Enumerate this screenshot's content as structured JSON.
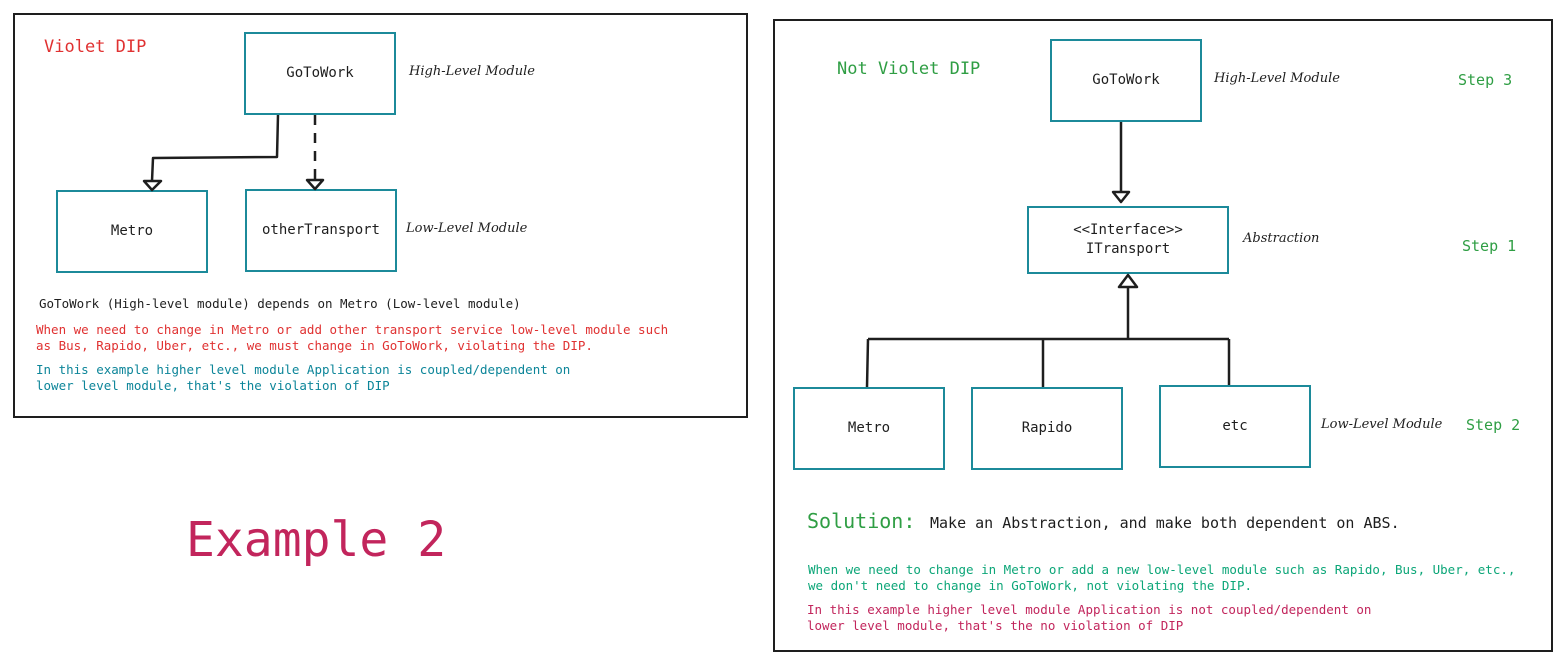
{
  "left": {
    "title": "Violet DIP",
    "high_box": "GoToWork",
    "high_label": "High-Level Module",
    "metro_box": "Metro",
    "other_box": "otherTransport",
    "low_label": "Low-Level Module",
    "dep_text": "GoToWork (High-level module) depends on Metro (Low-level module)",
    "warning_text": "When we need to change in Metro or add other transport service low-level module such\nas Bus, Rapido, Uber, etc., we must change in GoToWork, violating the DIP.",
    "coupling_text": "In this example higher level module Application is coupled/dependent on\nlower level module, that's the violation of DIP"
  },
  "example_label": "Example 2",
  "right": {
    "title": "Not Violet DIP",
    "high_box": "GoToWork",
    "high_label": "High-Level Module",
    "step3": "Step 3",
    "interface_stereotype": "<<Interface>>",
    "interface_name": "ITransport",
    "abstraction_label": "Abstraction",
    "step1": "Step 1",
    "metro_box": "Metro",
    "rapido_box": "Rapido",
    "etc_box": "etc",
    "low_label": "Low-Level Module",
    "step2": "Step 2",
    "solution_heading": "Solution:",
    "solution_text": "Make an Abstraction, and make both dependent on ABS.",
    "benefit_text": "When we need to change in Metro or add a new low-level module such as Rapido, Bus, Uber, etc.,\nwe don't need to change in GoToWork, not violating the DIP.",
    "coupling_text": "In this example higher level module Application is not coupled/dependent on\nlower level module, that's the no violation of DIP"
  },
  "colors": {
    "box_border": "#1c8a9a",
    "title_red": "#e03131",
    "title_green": "#2f9e44",
    "example": "#c2255c"
  }
}
